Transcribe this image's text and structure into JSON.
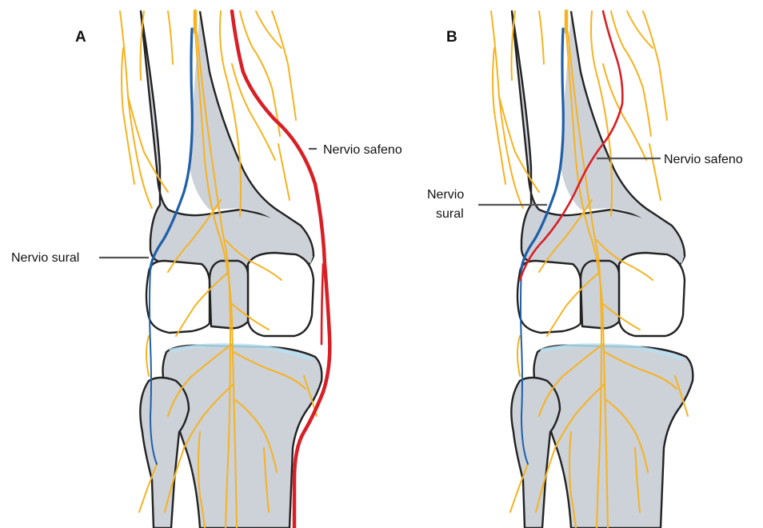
{
  "panels": [
    {
      "letter": "A",
      "labels": {
        "saphenous": "Nervio safeno",
        "sural": "Nervio sural"
      }
    },
    {
      "letter": "B",
      "labels": {
        "saphenous": "Nervio safeno",
        "sural_line1": "Nervio",
        "sural_line2": "sural"
      }
    }
  ],
  "colors": {
    "bone": "#cdd1d8",
    "nerve": "#f5b321",
    "sural_vessel": "#1f5fa8",
    "saphenous_vessel": "#d81f26",
    "cartilage": "#b9e0f0"
  }
}
